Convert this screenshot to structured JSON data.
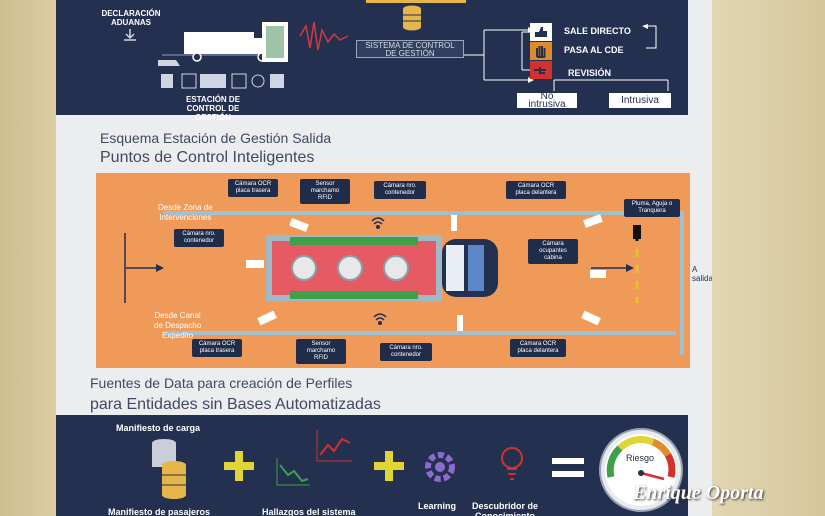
{
  "top": {
    "declaracion": "DECLARACIÓN\nADUANAS",
    "sistema": "SISTEMA DE CONTROL\nDE GESTIÓN",
    "estacion": "ESTACIÓN DE\nCONTROL DE GESTIÓN",
    "sale_directo": "SALE DIRECTO",
    "pasa_cde": "PASA AL CDE",
    "revision": "REVISIÓN",
    "no_intrusiva": "No\nintrusiva",
    "intrusiva": "Intrusiva",
    "colors": {
      "green": "#3ea14a",
      "orange": "#e08a2c",
      "red": "#d2322d"
    }
  },
  "heading1": {
    "small": "Esquema Estación de Gestión Salida",
    "big": "Puntos de Control Inteligentes"
  },
  "diagram": {
    "desde_zona": "Desde Zona de\nIntervenciones",
    "desde_canal": "Desde Canal\nde Despacho\nExpedito",
    "a_salida": "A salida",
    "labels": {
      "ocr_trasera_top": "Cámara OCR\nplaca trasera",
      "sensor_top": "Sensor\nmarchamo\nRFID",
      "contenedor_top": "Cámara nro.\ncontenedor",
      "ocr_delantera_top": "Cámara OCR\nplaca delantera",
      "pluma": "Pluma, Aguja o\nTranquera",
      "contenedor_left": "Cámara nro.\ncontenedor",
      "ocupantes": "Cámara\nocupantes\ncabina",
      "ocr_trasera_bot": "Cámara OCR\nplaca trasera",
      "sensor_bot": "Sensor\nmarchamo\nRFID",
      "contenedor_bot": "Cámara nro.\ncontenedor",
      "ocr_delantera_bot": "Cámara OCR\nplaca delantera"
    }
  },
  "heading2": {
    "line1": "Fuentes de Data para creación de Perfiles",
    "line2": "para Entidades sin Bases Automatizadas"
  },
  "bottom": {
    "manifiesto_carga": "Manifiesto de carga",
    "manifiesto_pasajeros": "Manifiesto de pasajeros",
    "hallazgos": "Hallazgos del sistema",
    "learning": "Learning",
    "descubridor": "Descubridor de\nConocimiento",
    "riesgo": "Riesgo"
  },
  "signature": "Enrique Oporta"
}
